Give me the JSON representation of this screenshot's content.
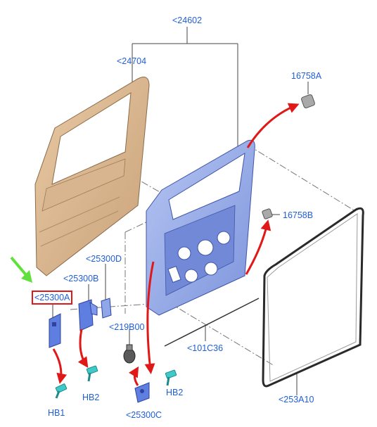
{
  "diagram": {
    "callouts": {
      "c24602": "<24602",
      "c24704": "<24704",
      "c16758a": "16758A",
      "c16758b": "16758B",
      "c25300d": "<25300D",
      "c25300b": "<25300B",
      "c25300a": "<25300A",
      "c219b00": "<219B00",
      "c101c36": "<101C36",
      "chb1": "HB1",
      "chb2a": "HB2",
      "chb2b": "HB2",
      "c25300c": "<25300C",
      "c253a10": "<253A10"
    },
    "colors": {
      "callout_text": "#1f5fd6",
      "outer_panel": "#d9b58f",
      "inner_panel": "#8fa6e8",
      "hinge": "#5f7fe0",
      "bumper": "#a9a9a9",
      "bolt": "#3fc9c9",
      "highlight_box": "#e01818",
      "pointer_arrow": "#5fe03a",
      "flow_arrow": "#e01818"
    }
  }
}
